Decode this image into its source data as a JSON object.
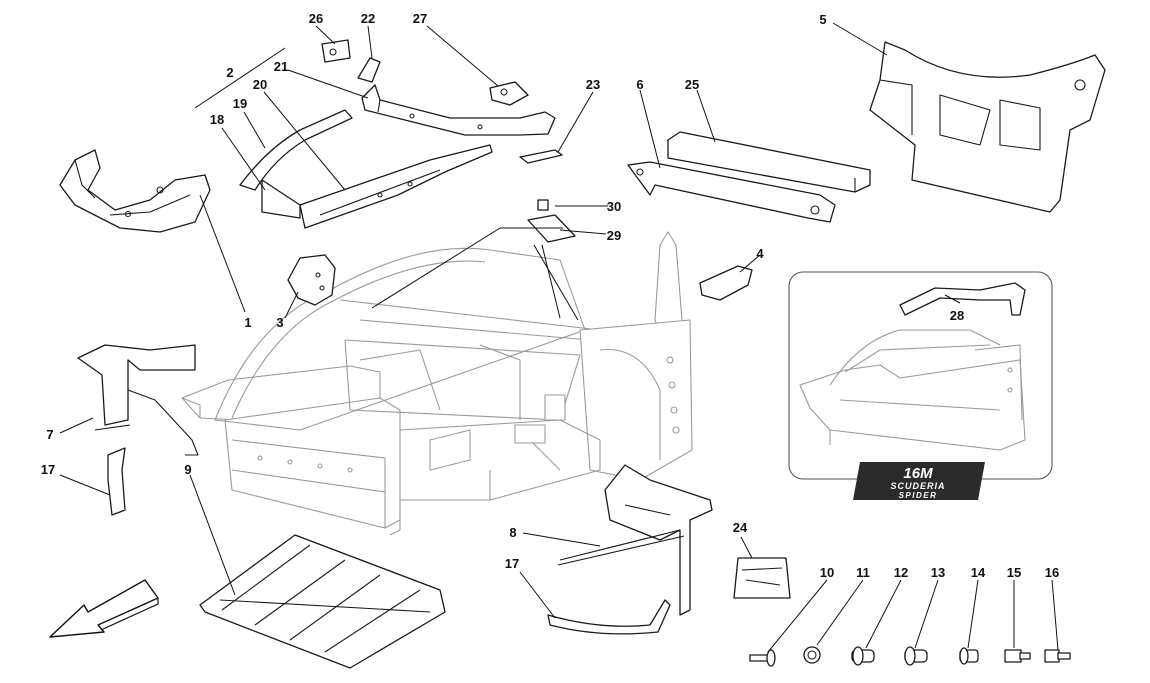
{
  "parts": [
    {
      "id": "p1",
      "label": "1"
    },
    {
      "id": "p2",
      "label": "2"
    },
    {
      "id": "p3",
      "label": "3"
    },
    {
      "id": "p4",
      "label": "4"
    },
    {
      "id": "p5",
      "label": "5"
    },
    {
      "id": "p6",
      "label": "6"
    },
    {
      "id": "p7",
      "label": "7"
    },
    {
      "id": "p8",
      "label": "8"
    },
    {
      "id": "p9",
      "label": "9"
    },
    {
      "id": "p10",
      "label": "10"
    },
    {
      "id": "p11",
      "label": "11"
    },
    {
      "id": "p12",
      "label": "12"
    },
    {
      "id": "p13",
      "label": "13"
    },
    {
      "id": "p14",
      "label": "14"
    },
    {
      "id": "p15",
      "label": "15"
    },
    {
      "id": "p16",
      "label": "16"
    },
    {
      "id": "p17a",
      "label": "17"
    },
    {
      "id": "p17b",
      "label": "17"
    },
    {
      "id": "p18",
      "label": "18"
    },
    {
      "id": "p19",
      "label": "19"
    },
    {
      "id": "p20",
      "label": "20"
    },
    {
      "id": "p21",
      "label": "21"
    },
    {
      "id": "p22",
      "label": "22"
    },
    {
      "id": "p23",
      "label": "23"
    },
    {
      "id": "p24",
      "label": "24"
    },
    {
      "id": "p25",
      "label": "25"
    },
    {
      "id": "p26",
      "label": "26"
    },
    {
      "id": "p27",
      "label": "27"
    },
    {
      "id": "p28",
      "label": "28"
    },
    {
      "id": "p29",
      "label": "29"
    },
    {
      "id": "p30",
      "label": "30"
    }
  ],
  "badge": {
    "line1": "16M",
    "line2": "SCUDERIA",
    "line3": "SPIDER"
  },
  "colors": {
    "line": "#1a1a1a",
    "chassis": "#9a9a9a",
    "badge_bg": "#2b2b2b"
  },
  "icons": {
    "direction": "front-direction-arrow-icon"
  }
}
